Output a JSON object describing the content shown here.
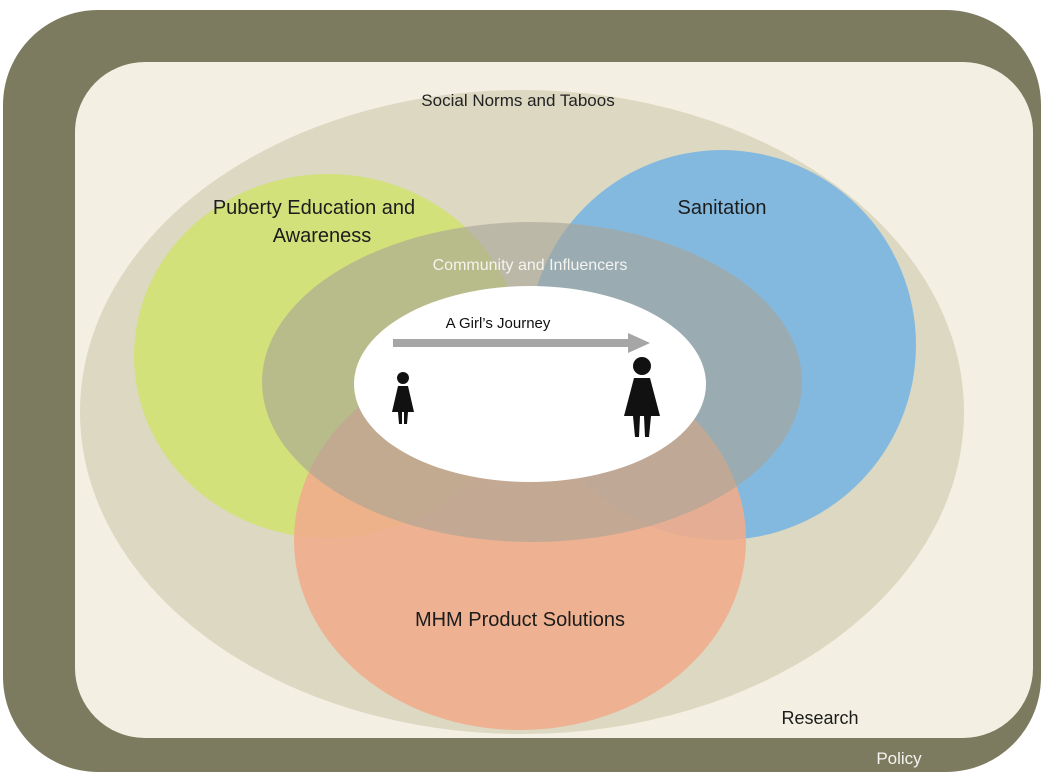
{
  "diagram": {
    "policy_label": "Policy",
    "research_label": "Research",
    "social_norms_label": "Social Norms and Taboos",
    "puberty_label_line1": "Puberty Education and",
    "puberty_label_line2": "Awareness",
    "sanitation_label": "Sanitation",
    "community_label": "Community and Influencers",
    "journey_label": "A Girl’s Journey",
    "mhm_label": "MHM Product Solutions"
  },
  "colors": {
    "policy_frame": "#7d7b5f",
    "research_panel": "#f3f0e3",
    "social_norms": "#dcd8c2",
    "puberty": "#d3e17a",
    "sanitation": "#7cb6e2",
    "mhm": "#efad8c",
    "community": "#a8a496",
    "journey": "#ffffff",
    "arrow": "#a6a6a6",
    "figure": "#111111"
  },
  "icons": {
    "small_figure": "girl-figure-icon",
    "large_figure": "woman-figure-icon",
    "arrow": "arrow-right-icon"
  }
}
